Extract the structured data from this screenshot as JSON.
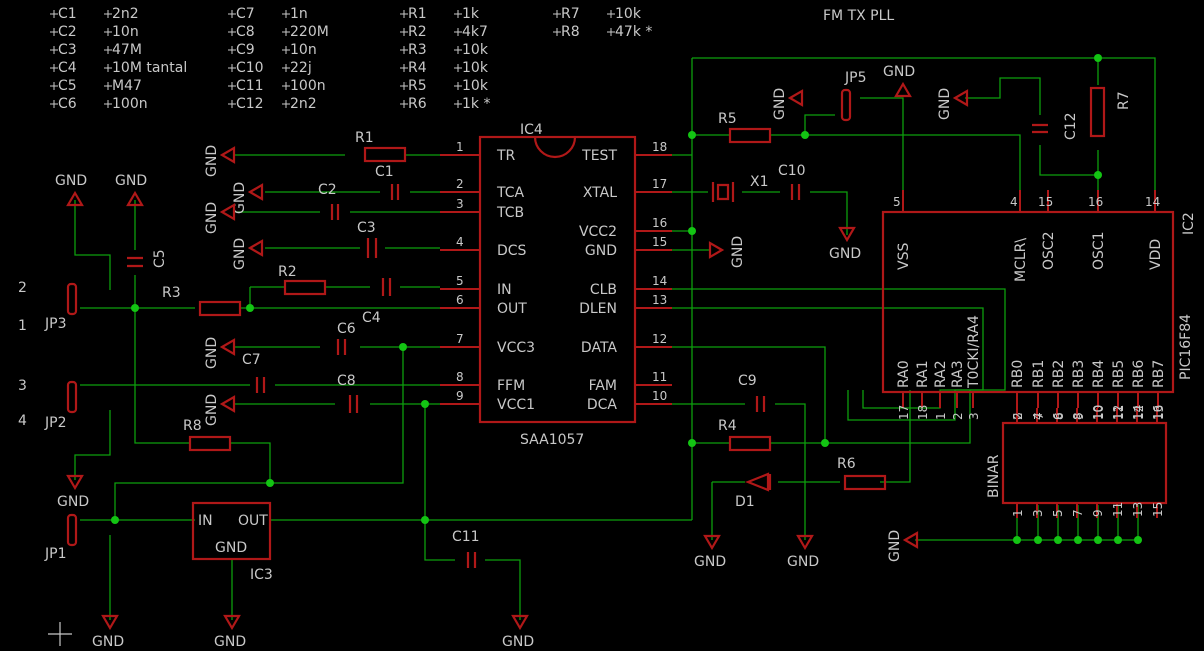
{
  "title": "FM TX PLL",
  "bom": [
    {
      "ref": "C1",
      "val": "2n2"
    },
    {
      "ref": "C2",
      "val": "10n"
    },
    {
      "ref": "C3",
      "val": "47M"
    },
    {
      "ref": "C4",
      "val": "10M tantal"
    },
    {
      "ref": "C5",
      "val": "M47"
    },
    {
      "ref": "C6",
      "val": "100n"
    },
    {
      "ref": "C7",
      "val": "1n"
    },
    {
      "ref": "C8",
      "val": "220M"
    },
    {
      "ref": "C9",
      "val": "10n"
    },
    {
      "ref": "C10",
      "val": "22j"
    },
    {
      "ref": "C11",
      "val": "100n"
    },
    {
      "ref": "C12",
      "val": "2n2"
    },
    {
      "ref": "R1",
      "val": "1k"
    },
    {
      "ref": "R2",
      "val": "4k7"
    },
    {
      "ref": "R3",
      "val": "10k"
    },
    {
      "ref": "R4",
      "val": "10k"
    },
    {
      "ref": "R5",
      "val": "10k"
    },
    {
      "ref": "R6",
      "val": "1k *"
    },
    {
      "ref": "R7",
      "val": "10k"
    },
    {
      "ref": "R8",
      "val": "47k *"
    }
  ],
  "ic4": {
    "name": "IC4",
    "part": "SAA1057",
    "left": [
      {
        "num": "1",
        "name": "TR"
      },
      {
        "num": "2",
        "name": "TCA"
      },
      {
        "num": "3",
        "name": "TCB"
      },
      {
        "num": "4",
        "name": "DCS"
      },
      {
        "num": "5",
        "name": "IN"
      },
      {
        "num": "6",
        "name": "OUT"
      },
      {
        "num": "7",
        "name": "VCC3"
      },
      {
        "num": "8",
        "name": "FFM"
      },
      {
        "num": "9",
        "name": "VCC1"
      }
    ],
    "right": [
      {
        "num": "18",
        "name": "TEST"
      },
      {
        "num": "17",
        "name": "XTAL"
      },
      {
        "num": "16",
        "name": "VCC2"
      },
      {
        "num": "15",
        "name": "GND"
      },
      {
        "num": "14",
        "name": "CLB"
      },
      {
        "num": "13",
        "name": "DLEN"
      },
      {
        "num": "12",
        "name": "DATA"
      },
      {
        "num": "11",
        "name": "FAM"
      },
      {
        "num": "10",
        "name": "DCA"
      }
    ]
  },
  "ic2": {
    "name": "IC2",
    "part": "PIC16F84",
    "top": [
      {
        "num": "5",
        "name": "VSS"
      },
      {
        "num": "4",
        "name": "MCLR\\"
      },
      {
        "num": "15",
        "name": "OSC2"
      },
      {
        "num": "16",
        "name": "OSC1"
      },
      {
        "num": "14",
        "name": "VDD"
      }
    ],
    "bottom": [
      {
        "num": "17",
        "name": "RA0"
      },
      {
        "num": "18",
        "name": "RA1"
      },
      {
        "num": "1",
        "name": "RA2"
      },
      {
        "num": "2",
        "name": "RA3"
      },
      {
        "num": "3",
        "name": "T0CKI/RA4"
      },
      {
        "num": "6",
        "name": "RB0"
      },
      {
        "num": "7",
        "name": "RB1"
      },
      {
        "num": "8",
        "name": "RB2"
      },
      {
        "num": "9",
        "name": "RB3"
      },
      {
        "num": "10",
        "name": "RB4"
      },
      {
        "num": "11",
        "name": "RB5"
      },
      {
        "num": "12",
        "name": "RB6"
      },
      {
        "num": "13",
        "name": "RB7"
      }
    ]
  },
  "ic3": {
    "name": "IC3",
    "in": "IN",
    "out": "OUT",
    "gnd": "GND"
  },
  "binar": {
    "name": "BINAR",
    "top": [
      "2",
      "4",
      "6",
      "8",
      "10",
      "12",
      "14",
      "16"
    ],
    "bottom": [
      "1",
      "3",
      "5",
      "7",
      "9",
      "11",
      "13",
      "15"
    ]
  },
  "labels": {
    "gnd": "GND",
    "r1": "R1",
    "r2": "R2",
    "r3": "R3",
    "r4": "R4",
    "r5": "R5",
    "r6": "R6",
    "r7": "R7",
    "r8": "R8",
    "c1": "C1",
    "c2": "C2",
    "c3": "C3",
    "c4": "C4",
    "c5": "C5",
    "c6": "C6",
    "c7": "C7",
    "c8": "C8",
    "c9": "C9",
    "c10": "C10",
    "c11": "C11",
    "c12": "C12",
    "x1": "X1",
    "d1": "D1",
    "jp1": "JP1",
    "jp2": "JP2",
    "jp3": "JP3",
    "jp5": "JP5",
    "t1": "1",
    "t2": "2",
    "t3": "3",
    "t4": "4",
    "p1": "1",
    "p2": "2"
  }
}
